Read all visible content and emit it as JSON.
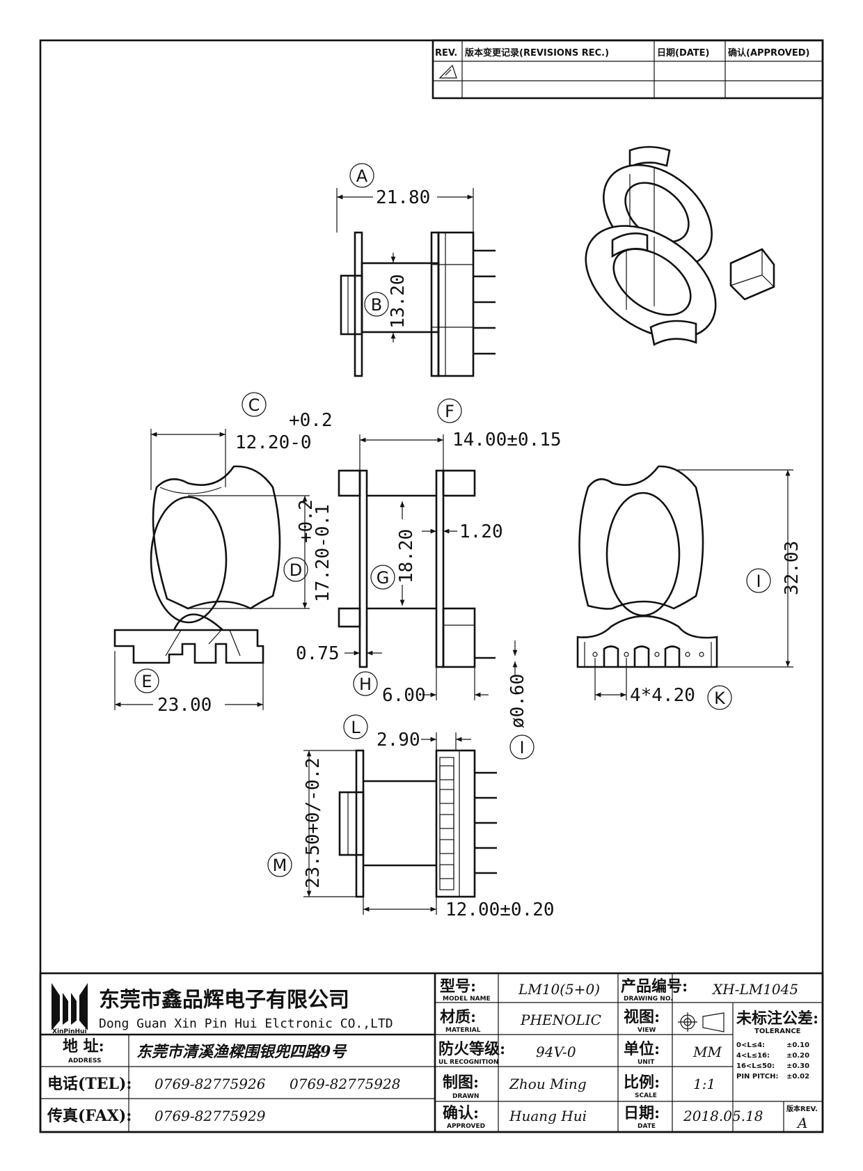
{
  "revision_table": {
    "headers": [
      "REV.",
      "版本变更记录(REVISIONS REC.)",
      "日期(DATE)",
      "确认(APPROVED)"
    ]
  },
  "callouts": [
    "A",
    "B",
    "C",
    "D",
    "E",
    "F",
    "G",
    "H",
    "I",
    "I",
    "K",
    "L",
    "M"
  ],
  "dimensions": {
    "a_width": "21.80",
    "b_height": "13.20",
    "c_tol": "+0.2",
    "c_value": "12.20-0",
    "d_tol": "+0.2",
    "d_value": "17.20-0.1",
    "e_width": "23.00",
    "f_value": "14.00±0.15",
    "g_value": "18.20",
    "wall": "1.20",
    "flange": "0.75",
    "h_value": "6.00",
    "pin_dia": "ø0.60",
    "i_height": "32.03",
    "k_pitch": "4*4.20",
    "l_value": "2.90",
    "m_value": "23.50+0/-0.2",
    "n_value": "12.00±0.20"
  },
  "title_block": {
    "company_cn": "东莞市鑫品辉电子有限公司",
    "company_en": "Dong Guan Xin Pin Hui Elctronic CO.,LTD",
    "logo_text": "XinPinHui",
    "address_label": "地  址:",
    "address_label_en": "ADDRESS",
    "address_value": "东莞市清溪渔樑围银兜四路9号",
    "tel_label": "电话(TEL):",
    "tel_values": [
      "0769-82775926",
      "0769-82775928"
    ],
    "fax_label": "传真(FAX):",
    "fax_value": "0769-82775929",
    "model_label": "型号:",
    "model_label_en": "MODEL NAME",
    "model_value": "LM10(5+0)",
    "material_label": "材质:",
    "material_label_en": "MATERIAL",
    "material_value": "PHENOLIC",
    "ul_label": "防火等级:",
    "ul_label_en": "UL RECOGNITION",
    "ul_value": "94V-0",
    "drawn_label": "制图:",
    "drawn_label_en": "DRAWN",
    "drawn_value": "Zhou Ming",
    "approved_label": "确认:",
    "approved_label_en": "APPROVED",
    "approved_value": "Huang Hui",
    "drawing_no_label": "产品编号:",
    "drawing_no_label_en": "DRAWING NO.",
    "drawing_no_value": "XH-LM1045",
    "view_label": "视图:",
    "view_label_en": "VIEW",
    "unit_label": "单位:",
    "unit_label_en": "UNIT",
    "unit_value": "MM",
    "scale_label": "比例:",
    "scale_label_en": "SCALE",
    "scale_value": "1:1",
    "date_label": "日期:",
    "date_label_en": "DATE",
    "date_value": "2018.05.18",
    "tolerance_label": "未标注公差:",
    "tolerance_label_en": "TOLERANCE",
    "tolerance_rows": [
      {
        "range": "0<L≤4:",
        "value": "±0.10"
      },
      {
        "range": "4<L≤16:",
        "value": "±0.20"
      },
      {
        "range": "16<L≤50:",
        "value": "±0.30"
      },
      {
        "range": "PIN PITCH:",
        "value": "±0.02"
      }
    ],
    "rev_label": "版本REV.",
    "rev_value": "A"
  }
}
